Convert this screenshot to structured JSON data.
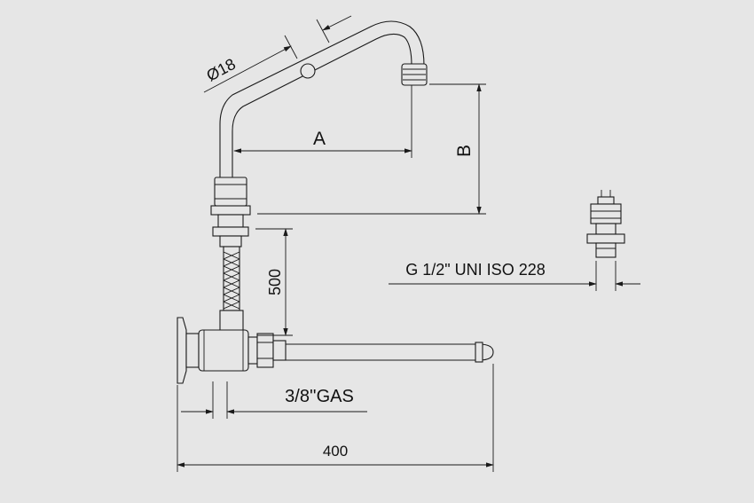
{
  "diagram": {
    "background_color": "#e6e6e6",
    "line_color": "#1a1a1a",
    "labels": {
      "diameter": "Ø18",
      "reach": "A",
      "height": "B",
      "hose_length": "500",
      "thread_spec": "G 1/2\" UNI ISO 228",
      "inlet_thread": "3/8''GAS",
      "total_length": "400"
    }
  }
}
